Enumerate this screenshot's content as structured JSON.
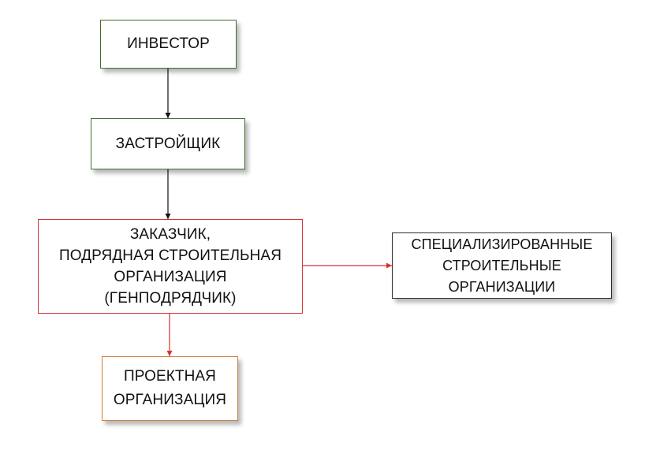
{
  "diagram": {
    "nodes": [
      {
        "id": "investor",
        "text": "ИНВЕСТОР",
        "border_color": "#3f6f2a"
      },
      {
        "id": "developer",
        "text": "ЗАСТРОЙЩИК",
        "border_color": "#3f6f2a"
      },
      {
        "id": "customer",
        "text": "ЗАКАЗЧИК,\nПОДРЯДНАЯ СТРОИТЕЛЬНАЯ\nОРГАНИЗАЦИЯ\n(ГЕНПОДРЯДЧИК)",
        "border_color": "#d83131"
      },
      {
        "id": "specialized",
        "text": "СПЕЦИАЛИЗИРОВАННЫЕ\nСТРОИТЕЛЬНЫЕ\nОРГАНИЗАЦИИ",
        "border_color": "#2c2c2c"
      },
      {
        "id": "design",
        "text": "ПРОЕКТНАЯ\nОРГАНИЗАЦИЯ",
        "border_color": "#d2823b"
      }
    ],
    "edges": [
      {
        "from": "investor",
        "to": "developer",
        "color": "#111111"
      },
      {
        "from": "developer",
        "to": "customer",
        "color": "#111111"
      },
      {
        "from": "customer",
        "to": "specialized",
        "color": "#d83131"
      },
      {
        "from": "customer",
        "to": "design",
        "color": "#d83131"
      }
    ]
  }
}
